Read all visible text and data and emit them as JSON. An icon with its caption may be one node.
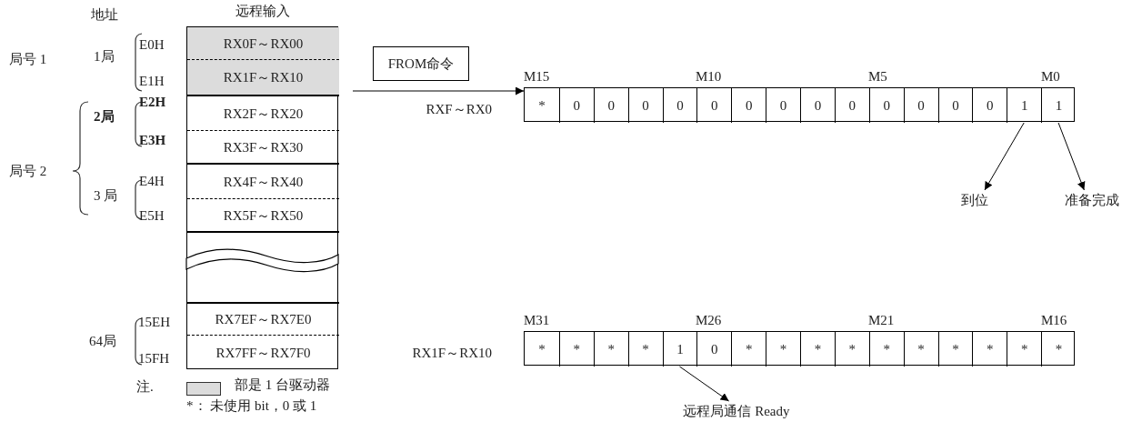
{
  "diagram": {
    "nodes": [
      {
        "text": [
          "远程输入"
        ]
      },
      {
        "text": [
          "RX0F～RX00"
        ],
        "in": 0
      },
      {
        "text": [
          "RX1F～RX10"
        ],
        "in": 0
      },
      {
        "text": [
          "RX2F～RX20"
        ],
        "in": 0
      },
      {
        "text": [
          "RX3F～RX30"
        ],
        "in": 0
      },
      {
        "text": [
          "RX4F～RX40"
        ],
        "in": 0
      },
      {
        "text": [
          "RX5F～RX50"
        ],
        "in": 0
      },
      {
        "text": [
          "RX7EF～RX7E0"
        ],
        "in": 0
      },
      {
        "text": [
          "RX7FF～RX7F0"
        ],
        "in": 0
      },
      {
        "text": [
          "FROM命令"
        ]
      },
      {
        "text": [],
        "shape": "bar",
        "beside": [
          "RXF～RX0"
        ]
      },
      {
        "text": [
          "*"
        ],
        "in": 10
      },
      {
        "text": [
          "0"
        ],
        "in": 10
      },
      {
        "text": [
          "0"
        ],
        "in": 10
      },
      {
        "text": [
          "0"
        ],
        "in": 10
      },
      {
        "text": [
          "0"
        ],
        "in": 10
      },
      {
        "text": [
          "0"
        ],
        "in": 10
      },
      {
        "text": [
          "0"
        ],
        "in": 10
      },
      {
        "text": [
          "0"
        ],
        "in": 10
      },
      {
        "text": [
          "0"
        ],
        "in": 10
      },
      {
        "text": [
          "0"
        ],
        "in": 10
      },
      {
        "text": [
          "0"
        ],
        "in": 10
      },
      {
        "text": [
          "0"
        ],
        "in": 10
      },
      {
        "text": [
          "0"
        ],
        "in": 10
      },
      {
        "text": [
          "0"
        ],
        "in": 10
      },
      {
        "text": [
          "1"
        ],
        "in": 10
      },
      {
        "text": [
          "1"
        ],
        "in": 10
      },
      {
        "text": [
          "到位"
        ]
      },
      {
        "text": [
          "准备完成"
        ]
      },
      {
        "text": [],
        "shape": "bar",
        "beside": [
          "RX1F～RX10"
        ]
      },
      {
        "text": [
          "*"
        ],
        "in": 29
      },
      {
        "text": [
          "*"
        ],
        "in": 29
      },
      {
        "text": [
          "*"
        ],
        "in": 29
      },
      {
        "text": [
          "*"
        ],
        "in": 29
      },
      {
        "text": [
          "1"
        ],
        "in": 29
      },
      {
        "text": [
          "0"
        ],
        "in": 29
      },
      {
        "text": [
          "*"
        ],
        "in": 29
      },
      {
        "text": [
          "*"
        ],
        "in": 29
      },
      {
        "text": [
          "*"
        ],
        "in": 29
      },
      {
        "text": [
          "*"
        ],
        "in": 29
      },
      {
        "text": [
          "*"
        ],
        "in": 29
      },
      {
        "text": [
          "*"
        ],
        "in": 29
      },
      {
        "text": [
          "*"
        ],
        "in": 29
      },
      {
        "text": [
          "*"
        ],
        "in": 29
      },
      {
        "text": [
          "*"
        ],
        "in": 29
      },
      {
        "text": [
          "*"
        ],
        "in": 29
      },
      {
        "text": [
          "远程局通信 Ready"
        ]
      },
      {
        "text": [],
        "shape": "wave",
        "in": 0
      }
    ],
    "edges": [
      {
        "from": 2,
        "to": 10,
        "arrow": "to"
      },
      {
        "from": 25,
        "to": 27,
        "arrow": "to"
      },
      {
        "from": 26,
        "to": 28,
        "arrow": "to"
      },
      {
        "from": 34,
        "to": 46,
        "arrow": "to"
      }
    ],
    "labels": [
      "地址",
      "局号 1",
      "1局",
      "E0H",
      "E1H",
      "2局",
      "E2H",
      "E3H",
      "局号 2",
      "3 局",
      "E4H",
      "E5H",
      "64局",
      "15EH",
      "15FH",
      "M15",
      "M10",
      "M5",
      "M0",
      "M31",
      "M26",
      "M21",
      "M16",
      "注.",
      "*： 未使用 bit，0 或 1"
    ],
    "legend": [
      {
        "text": "部是 1 台驱动器",
        "color": "#dcdcdc"
      }
    ]
  }
}
